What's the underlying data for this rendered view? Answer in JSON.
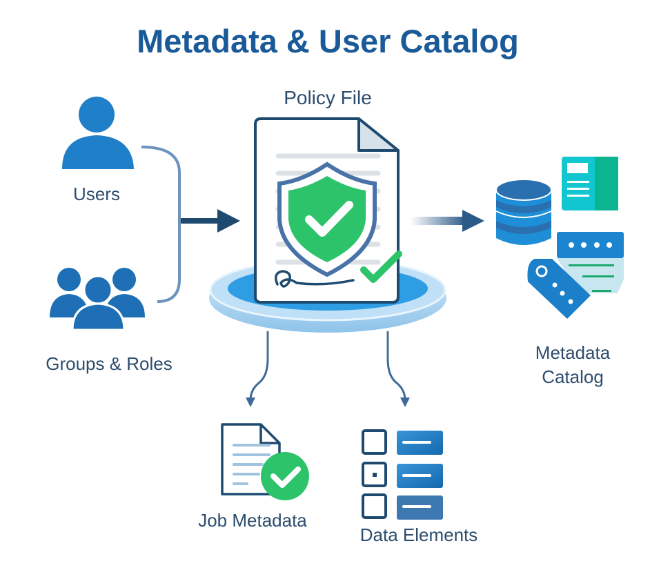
{
  "title": "Metadata & User Catalog",
  "labels": {
    "policy_file": "Policy File",
    "users": "Users",
    "groups_roles": "Groups & Roles",
    "metadata_catalog_line1": "Metadata",
    "metadata_catalog_line2": "Catalog",
    "job_metadata": "Job Metadata",
    "data_elements": "Data Elements"
  },
  "colors": {
    "title": "#1b5a98",
    "label": "#2c4d6e",
    "outline": "#1f4a70",
    "green": "#2cc36b",
    "blue": "#1f7fc8",
    "teal": "#12c6c6"
  }
}
